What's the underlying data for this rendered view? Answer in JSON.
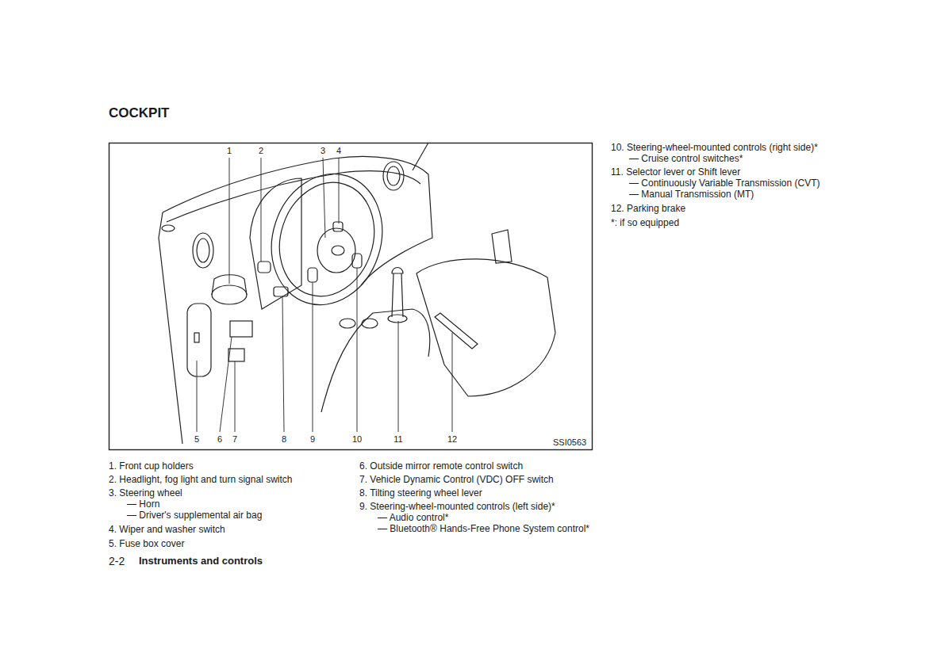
{
  "diagram": {
    "title": "COCKPIT",
    "labels": [
      "1",
      "2",
      "3",
      "4",
      "5",
      "6",
      "7",
      "8",
      "9",
      "10",
      "11",
      "12",
      "SSI0563",
      "1. Front cup holders",
      "2. Headlight, fog light and turn signal switch",
      "3. Steering wheel",
      "— Horn",
      "— Driver's supplemental air bag",
      "4. Wiper and washer switch",
      "5. Fuse box cover",
      "6. Outside mirror remote control switch",
      "7. Vehicle Dynamic Control (VDC) OFF switch",
      "8. Tilting steering wheel lever",
      "9. Steering-wheel-mounted controls (left side)*",
      "— Audio control*",
      "— Bluetooth® Hands-Free Phone System control*",
      "10. Steering-wheel-mounted controls (right side)*",
      "— Cruise control switches*",
      "11. Selector lever or Shift lever",
      "— Continuously Variable Transmission (CVT)",
      "— Manual Transmission (MT)",
      "12. Parking brake",
      "*: if so equipped",
      "2-2",
      "Instruments and controls"
    ]
  }
}
